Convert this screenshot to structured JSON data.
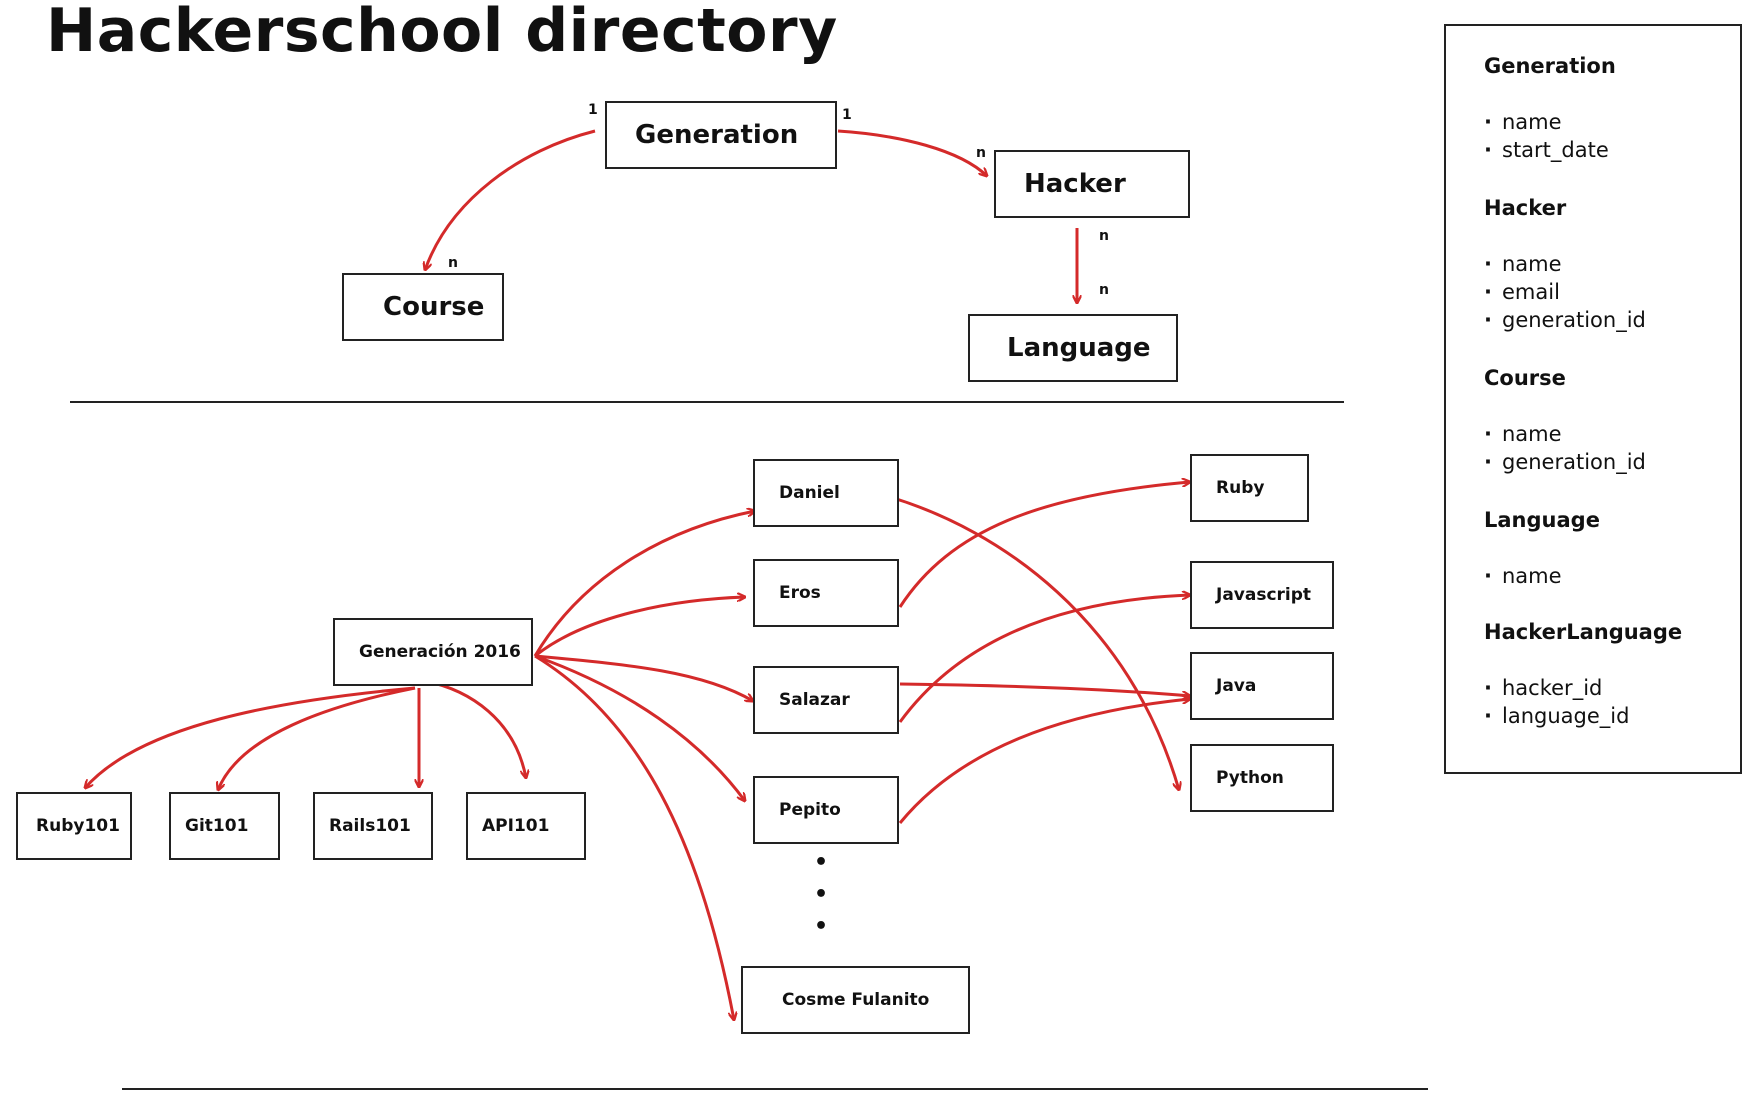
{
  "title": "Hackerschool directory",
  "model": {
    "generation": "Generation",
    "hacker": "Hacker",
    "course": "Course",
    "language": "Language",
    "mult_gen_left": "1",
    "mult_gen_right": "1",
    "mult_hacker_in": "n",
    "mult_course_in": "n",
    "mult_hacker_out": "n",
    "mult_language_in": "n"
  },
  "instance": {
    "generation": "Generación 2016",
    "courses": [
      "Ruby101",
      "Git101",
      "Rails101",
      "API101"
    ],
    "hackers": [
      "Daniel",
      "Eros",
      "Salazar",
      "Pepito",
      "Cosme Fulanito"
    ],
    "languages": [
      "Ruby",
      "Javascript",
      "Java",
      "Python"
    ],
    "ellipsis": [
      "•",
      "•",
      "•"
    ]
  },
  "schema": [
    {
      "name": "Generation",
      "fields": [
        "name",
        "start_date"
      ]
    },
    {
      "name": "Hacker",
      "fields": [
        "name",
        "email",
        "generation_id"
      ]
    },
    {
      "name": "Course",
      "fields": [
        "name",
        "generation_id"
      ]
    },
    {
      "name": "Language",
      "fields": [
        "name"
      ]
    },
    {
      "name": "HackerLanguage",
      "fields": [
        "hacker_id",
        "language_id"
      ]
    }
  ],
  "colors": {
    "arrow": "#d42a2a",
    "border": "#222222"
  }
}
